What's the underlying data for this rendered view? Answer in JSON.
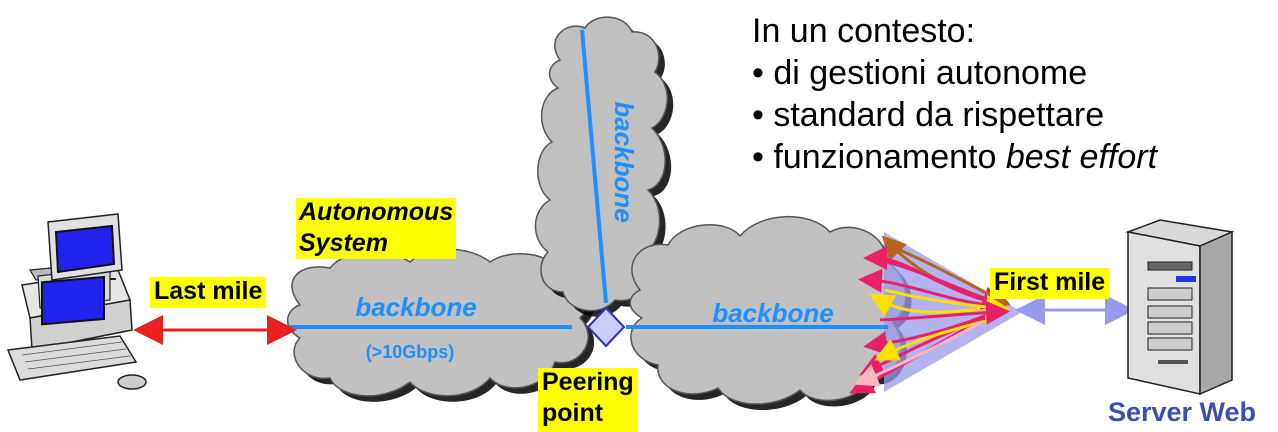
{
  "context": {
    "intro": "In un contesto:",
    "bullets": [
      {
        "prefix": "• di gestioni autonome",
        "emph": ""
      },
      {
        "prefix": "• standard da rispettare",
        "emph": ""
      },
      {
        "prefix": "• funzionamento ",
        "emph": "best effort"
      }
    ]
  },
  "labels": {
    "autonomous_system_1": "Autonomous",
    "autonomous_system_2": "System",
    "last_mile": "Last mile",
    "first_mile": "First mile",
    "backbone_left": "backbone",
    "backbone_speed": "(>10Gbps)",
    "backbone_vertical": "backbone",
    "backbone_right": "backbone",
    "peering_1": "Peering",
    "peering_2": "point",
    "server": "Server Web"
  },
  "colors": {
    "backbone": "#1e90ff",
    "highlight": "#ffff00",
    "last_mile_arrow": "#e8201f",
    "first_mile_arrow": "#9999ee",
    "server_label": "#3b4fb0",
    "cloud": "#c0c0c0"
  }
}
